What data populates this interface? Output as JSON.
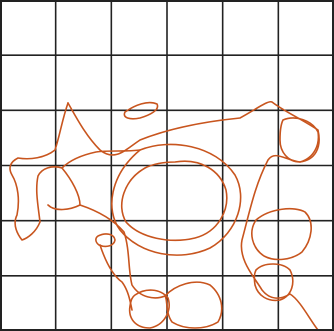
{
  "image": {
    "description_type": "grid-overlay-contour-sketch",
    "grid": {
      "columns": 6,
      "rows": 6
    },
    "colors": {
      "background": "#ffffff",
      "grid": "#222222",
      "contour": "#c8551e"
    }
  }
}
